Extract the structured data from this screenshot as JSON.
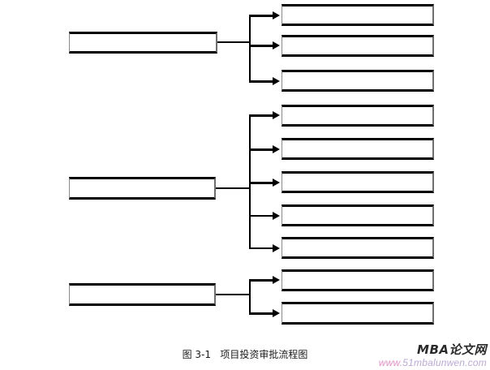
{
  "figure": {
    "caption": "图 3-1   项目投资审批流程图",
    "caption_label": "图 3-1",
    "caption_title": "项目投资审批流程图"
  },
  "watermark": {
    "title": "MBA论文网",
    "url_prefix": "www.",
    "url_rest": "51mbalunwen.com",
    "url_full": "www.51mbalunwen.com",
    "title_color": "#2b2b2b",
    "url_color": "#b9a9d4"
  },
  "style": {
    "node_border_color": "#000000",
    "node_fill": "#ffffff",
    "connector_color": "#000000",
    "node_text_color": "#fdfdfd",
    "background": "#ffffff"
  },
  "diagram": {
    "type": "flowchart-tree",
    "orientation": "left-to-right",
    "group_count": 3,
    "groups": [
      {
        "id": "group-1",
        "parent": {
          "id": "node-1",
          "text": ""
        },
        "children": [
          {
            "id": "node-1-1",
            "text": ""
          },
          {
            "id": "node-1-2",
            "text": ""
          },
          {
            "id": "node-1-3",
            "text": ""
          }
        ]
      },
      {
        "id": "group-2",
        "parent": {
          "id": "node-2",
          "text": ""
        },
        "children": [
          {
            "id": "node-2-1",
            "text": ""
          },
          {
            "id": "node-2-2",
            "text": ""
          },
          {
            "id": "node-2-3",
            "text": ""
          },
          {
            "id": "node-2-4",
            "text": ""
          },
          {
            "id": "node-2-5",
            "text": ""
          }
        ]
      },
      {
        "id": "group-3",
        "parent": {
          "id": "node-3",
          "text": ""
        },
        "children": [
          {
            "id": "node-3-1",
            "text": ""
          },
          {
            "id": "node-3-2",
            "text": ""
          }
        ]
      }
    ]
  }
}
